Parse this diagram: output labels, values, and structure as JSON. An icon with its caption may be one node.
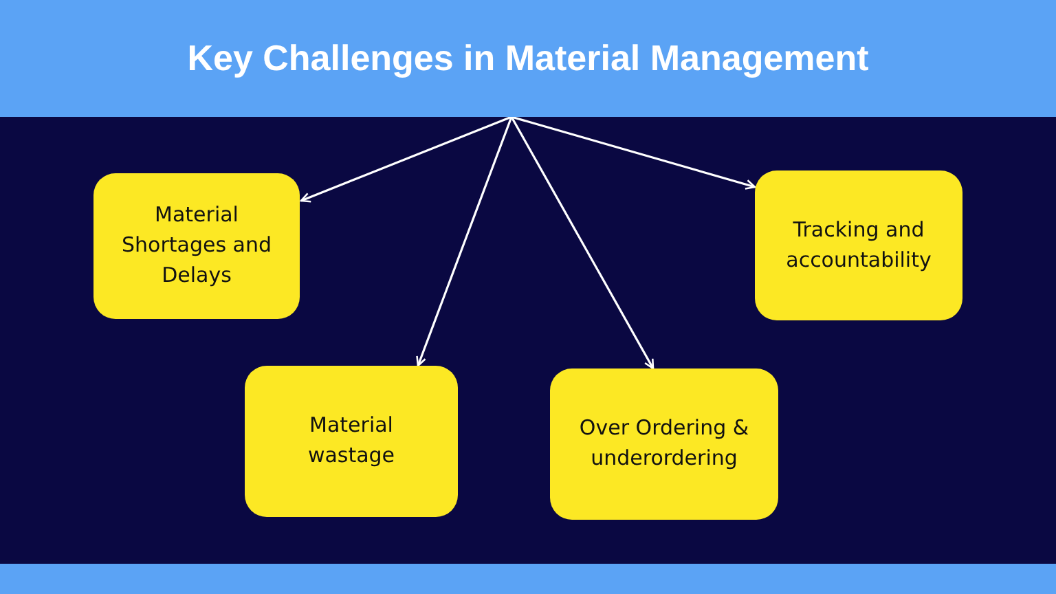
{
  "diagram": {
    "nodes": [
      {
        "text": [
          "Key Challenges in Material Management"
        ]
      },
      {
        "text": [
          "Material Shortages and Delays"
        ]
      },
      {
        "text": [
          "Material wastage"
        ]
      },
      {
        "text": [
          "Over Ordering & underordering"
        ]
      },
      {
        "text": [
          "Tracking and accountability"
        ]
      }
    ],
    "edges": [
      {
        "from": 0,
        "to": 1,
        "arrow": "to"
      },
      {
        "from": 0,
        "to": 2,
        "arrow": "to"
      },
      {
        "from": 0,
        "to": 3,
        "arrow": "to"
      },
      {
        "from": 0,
        "to": 4,
        "arrow": "to"
      }
    ]
  }
}
